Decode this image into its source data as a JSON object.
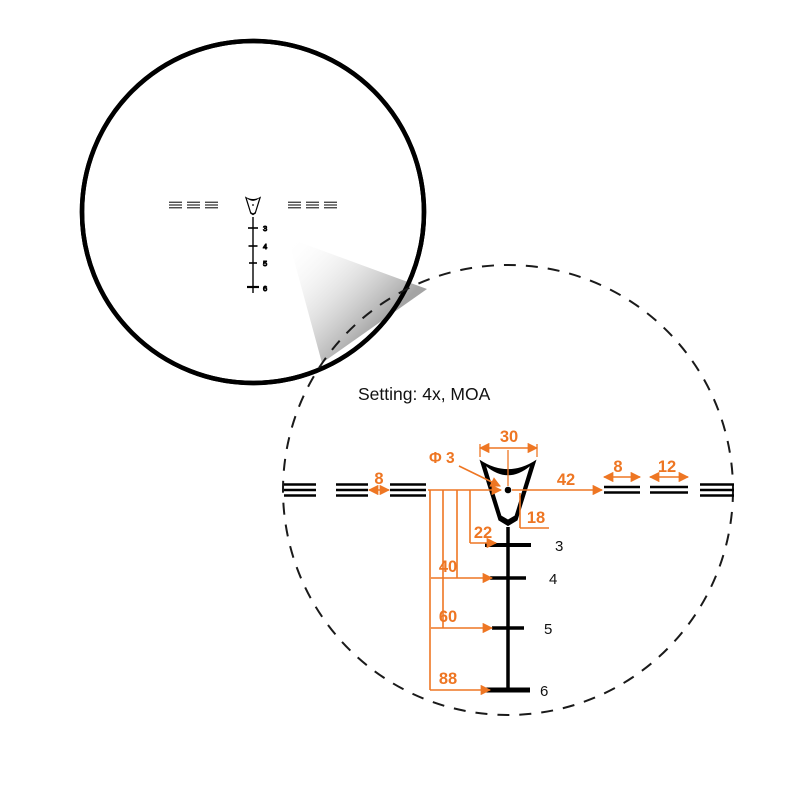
{
  "colors": {
    "dimension_accent": "#ee7623",
    "reticle": "#000000"
  },
  "full_view": {
    "ladder_labels": [
      "3",
      "4",
      "5",
      "6"
    ]
  },
  "magnified_view": {
    "setting_label": "Setting: 4x, MOA",
    "dimensions": {
      "center_dot_diameter": "Φ 3",
      "horseshoe_top_width": "30",
      "center_to_right_stadia": "42",
      "right_stadia_short": "8",
      "right_stadia_long": "12",
      "left_stadia_gap": "8",
      "center_to_horseshoe_bottom": "18",
      "drop_tick_3": "22",
      "drop_tick_4": "40",
      "drop_tick_5": "60",
      "drop_tick_6": "88"
    },
    "ladder_labels": [
      "3",
      "4",
      "5",
      "6"
    ]
  }
}
